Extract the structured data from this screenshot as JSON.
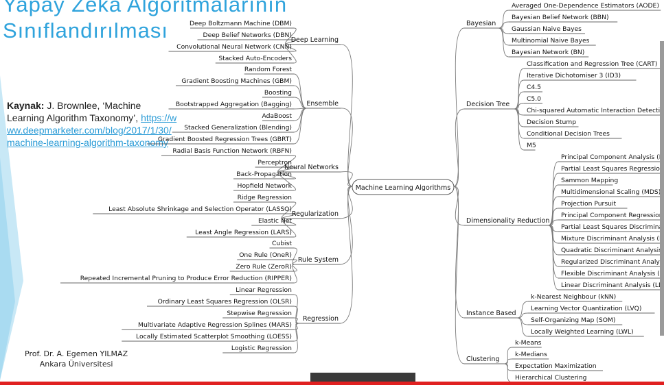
{
  "title": {
    "line1": "Yapay Zeka Algoritmalarının",
    "line2": "Sınıflandırılması"
  },
  "source": {
    "label": "Kaynak:",
    "text": "J. Brownlee, ‘Machine Learning Algorithm Taxonomy’,",
    "url": "https://www.deepmarketer.com/blog/2017/1/30/machine-learning-algorithm-taxonomy"
  },
  "author": {
    "name": "Prof. Dr. A. Egemen YILMAZ",
    "institution": "Ankara Üniversitesi"
  },
  "mindmap": {
    "center": "Machine Learning Algorithms",
    "left": [
      {
        "name": "Deep Learning",
        "items": [
          "Deep Boltzmann Machine (DBM)",
          "Deep Belief Networks (DBN)",
          "Convolutional Neural Network (CNN)",
          "Stacked Auto-Encoders"
        ]
      },
      {
        "name": "Ensemble",
        "items": [
          "Random Forest",
          "Gradient Boosting Machines (GBM)",
          "Boosting",
          "Bootstrapped Aggregation (Bagging)",
          "AdaBoost",
          "Stacked Generalization (Blending)",
          "Gradient Boosted Regression Trees (GBRT)"
        ]
      },
      {
        "name": "Neural Networks",
        "items": [
          "Radial Basis Function Network (RBFN)",
          "Perceptron",
          "Back-Propagation",
          "Hopfield Network"
        ]
      },
      {
        "name": "Regularization",
        "items": [
          "Ridge Regression",
          "Least Absolute Shrinkage and Selection Operator (LASSO)",
          "Elastic Net",
          "Least Angle Regression (LARS)"
        ]
      },
      {
        "name": "Rule System",
        "items": [
          "Cubist",
          "One Rule (OneR)",
          "Zero Rule (ZeroR)",
          "Repeated Incremental Pruning to Produce Error Reduction (RIPPER)"
        ]
      },
      {
        "name": "Regression",
        "items": [
          "Linear Regression",
          "Ordinary Least Squares Regression (OLSR)",
          "Stepwise Regression",
          "Multivariate Adaptive Regression Splines (MARS)",
          "Locally Estimated Scatterplot Smoothing (LOESS)",
          "Logistic Regression"
        ]
      }
    ],
    "right": [
      {
        "name": "Bayesian",
        "items": [
          "Averaged One-Dependence Estimators (AODE)",
          "Bayesian Belief Network (BBN)",
          "Gaussian Naive Bayes",
          "Multinomial Naive Bayes",
          "Bayesian Network (BN)"
        ]
      },
      {
        "name": "Decision Tree",
        "items": [
          "Classification and Regression Tree (CART)",
          "Iterative Dichotomiser 3 (ID3)",
          "C4.5",
          "C5.0",
          "Chi-squared Automatic Interaction Detection",
          "Decision Stump",
          "Conditional Decision Trees",
          "M5"
        ]
      },
      {
        "name": "Dimensionality Reduction",
        "items": [
          "Principal Component Analysis (PCA)",
          "Partial Least Squares Regression",
          "Sammon Mapping",
          "Multidimensional Scaling (MDS)",
          "Projection Pursuit",
          "Principal Component Regression",
          "Partial Least Squares Discriminant",
          "Mixture Discriminant Analysis (MDA)",
          "Quadratic Discriminant Analysis",
          "Regularized Discriminant Analysis",
          "Flexible Discriminant Analysis (FDA)",
          "Linear Discriminant Analysis (LDA)"
        ]
      },
      {
        "name": "Instance Based",
        "items": [
          "k-Nearest Neighbour (kNN)",
          "Learning Vector Quantization (LVQ)",
          "Self-Organizing Map (SOM)",
          "Locally Weighted Learning (LWL)"
        ]
      },
      {
        "name": "Clustering",
        "items": [
          "k-Means",
          "k-Medians",
          "Expectation Maximization",
          "Hierarchical Clustering"
        ]
      }
    ]
  },
  "colors": {
    "title": "#2fa3dc",
    "link": "#2a9bd6",
    "stripe": "#bfe3f4",
    "bottom_bar": "#e02020"
  }
}
